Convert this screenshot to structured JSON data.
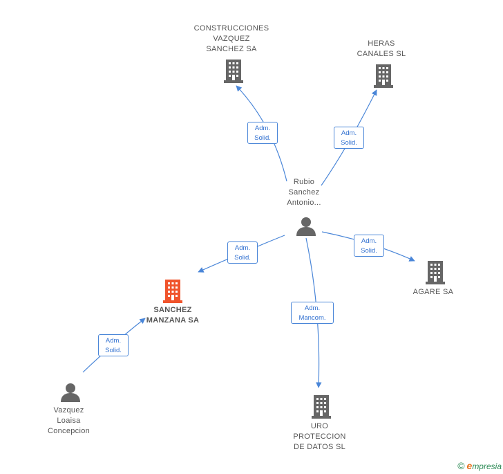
{
  "colors": {
    "edge": "#4a86d8",
    "node": "#666666",
    "focus": "#f0542c",
    "label": "#555555"
  },
  "nodes": [
    {
      "id": "construcciones",
      "type": "company",
      "label_lines": [
        "CONSTRUCCIONES",
        "VAZQUEZ",
        "SANCHEZ SA"
      ],
      "icon": "building-icon"
    },
    {
      "id": "heras",
      "type": "company",
      "label_lines": [
        "HERAS",
        "CANALES SL"
      ],
      "icon": "building-icon"
    },
    {
      "id": "rubio",
      "type": "person",
      "label_lines": [
        "Rubio",
        "Sanchez",
        "Antonio..."
      ],
      "icon": "person-icon"
    },
    {
      "id": "sanchez_manzana",
      "type": "company",
      "focus": true,
      "label_lines": [
        "SANCHEZ",
        "MANZANA SA"
      ],
      "icon": "building-icon"
    },
    {
      "id": "agare",
      "type": "company",
      "label_lines": [
        "AGARE SA"
      ],
      "icon": "building-icon"
    },
    {
      "id": "vazquez",
      "type": "person",
      "label_lines": [
        "Vazquez",
        "Loaisa",
        "Concepcion"
      ],
      "icon": "person-icon"
    },
    {
      "id": "uro",
      "type": "company",
      "label_lines": [
        "URO",
        "PROTECCION",
        "DE DATOS SL"
      ],
      "icon": "building-icon"
    }
  ],
  "edges": [
    {
      "from": "rubio",
      "to": "construcciones",
      "label_lines": [
        "Adm.",
        "Solid."
      ]
    },
    {
      "from": "rubio",
      "to": "heras",
      "label_lines": [
        "Adm.",
        "Solid."
      ]
    },
    {
      "from": "rubio",
      "to": "sanchez_manzana",
      "label_lines": [
        "Adm.",
        "Solid."
      ]
    },
    {
      "from": "rubio",
      "to": "agare",
      "label_lines": [
        "Adm.",
        "Solid."
      ]
    },
    {
      "from": "rubio",
      "to": "uro",
      "label_lines": [
        "Adm.",
        "Mancom."
      ]
    },
    {
      "from": "vazquez",
      "to": "sanchez_manzana",
      "label_lines": [
        "Adm.",
        "Solid."
      ]
    }
  ],
  "footer": {
    "copyright": "©",
    "brand_initial": "e",
    "brand_rest": "mpresia"
  }
}
